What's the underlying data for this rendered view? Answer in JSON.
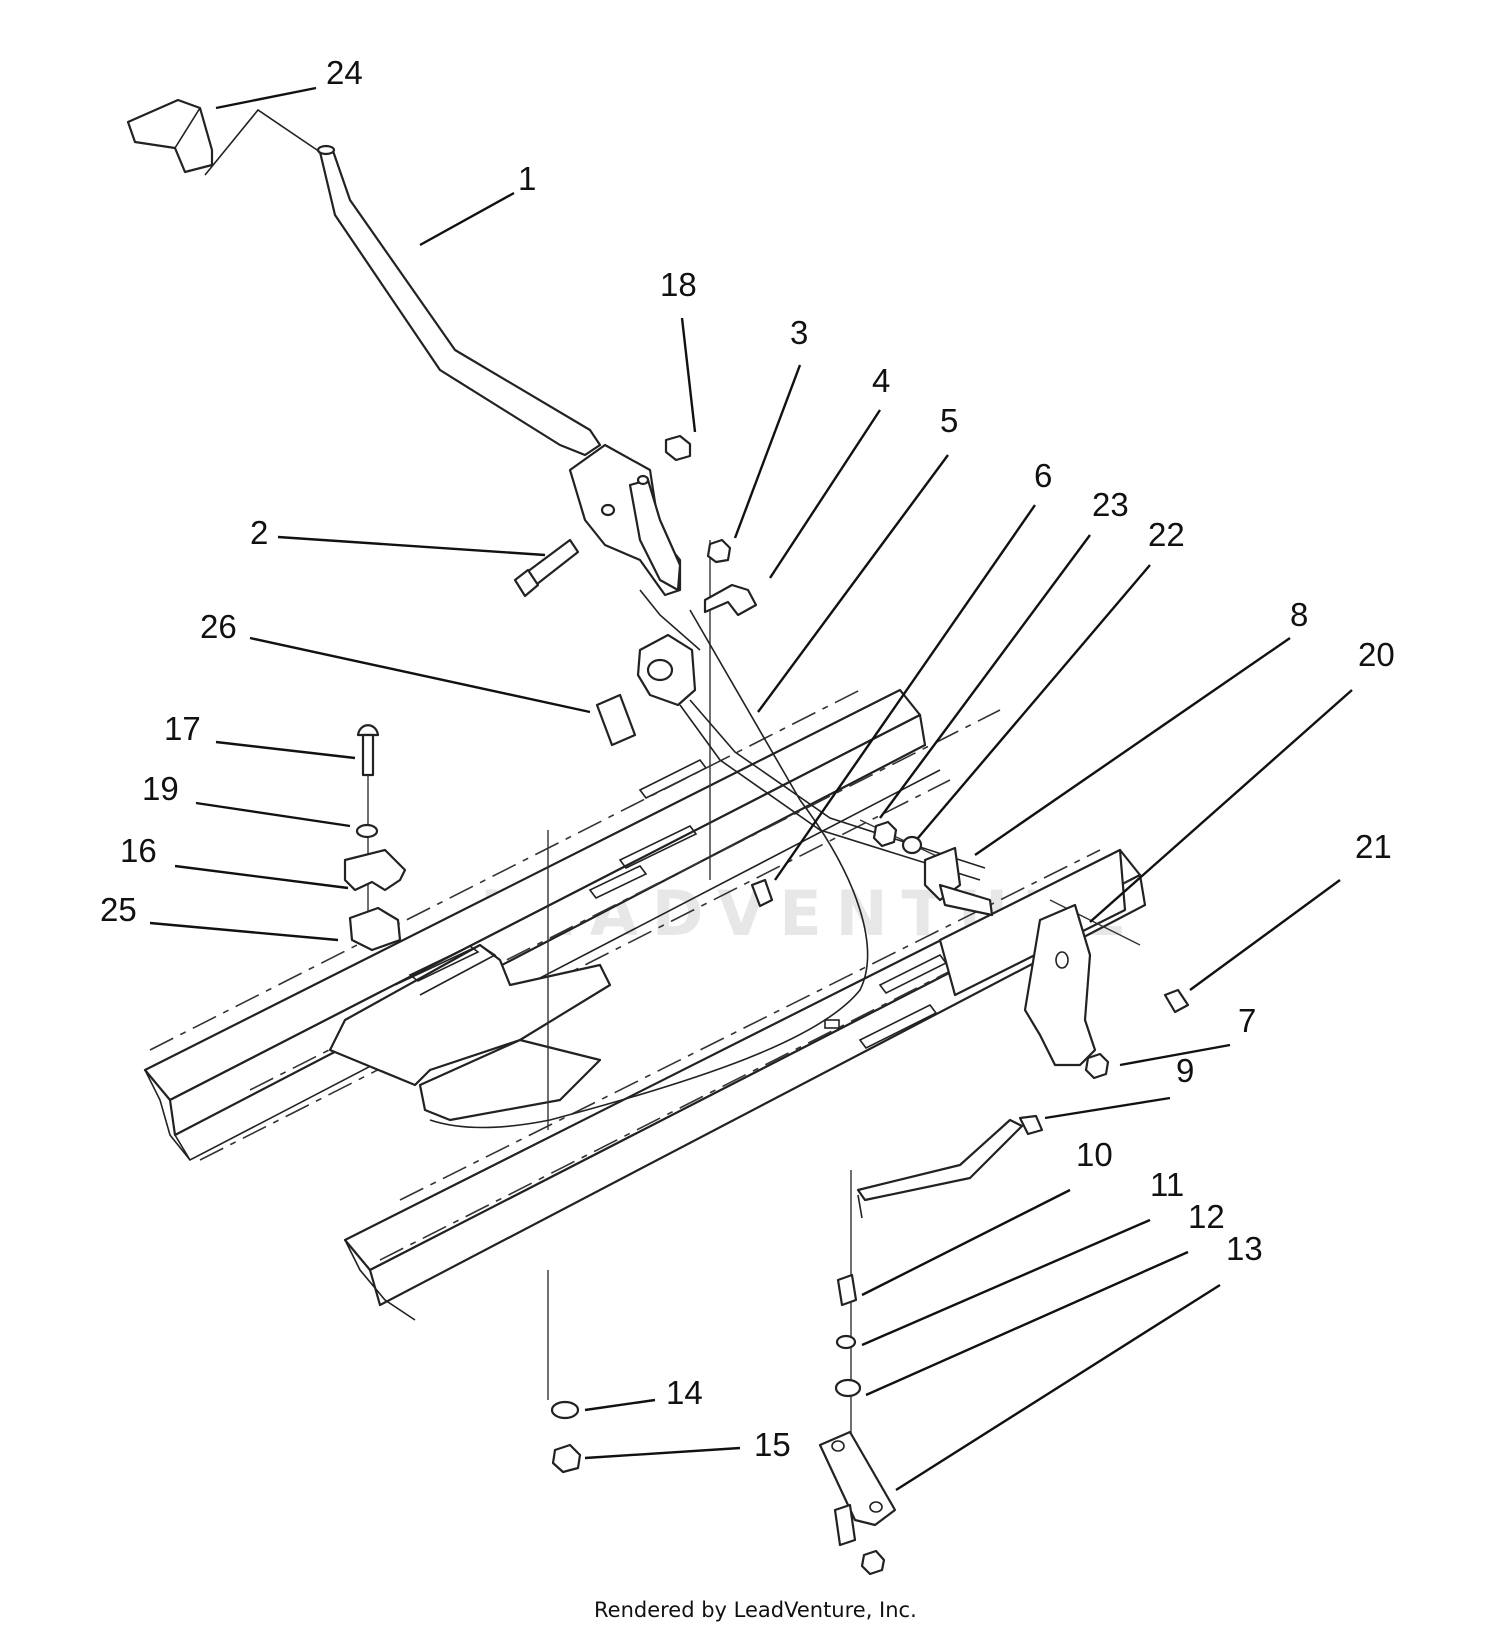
{
  "diagram": {
    "callouts": [
      "24",
      "1",
      "18",
      "3",
      "4",
      "5",
      "2",
      "6",
      "23",
      "22",
      "26",
      "8",
      "20",
      "17",
      "19",
      "16",
      "25",
      "21",
      "7",
      "9",
      "10",
      "11",
      "12",
      "13",
      "14",
      "15"
    ]
  },
  "watermark": "LEADVENTURE",
  "footer": "Rendered by LeadVenture, Inc."
}
